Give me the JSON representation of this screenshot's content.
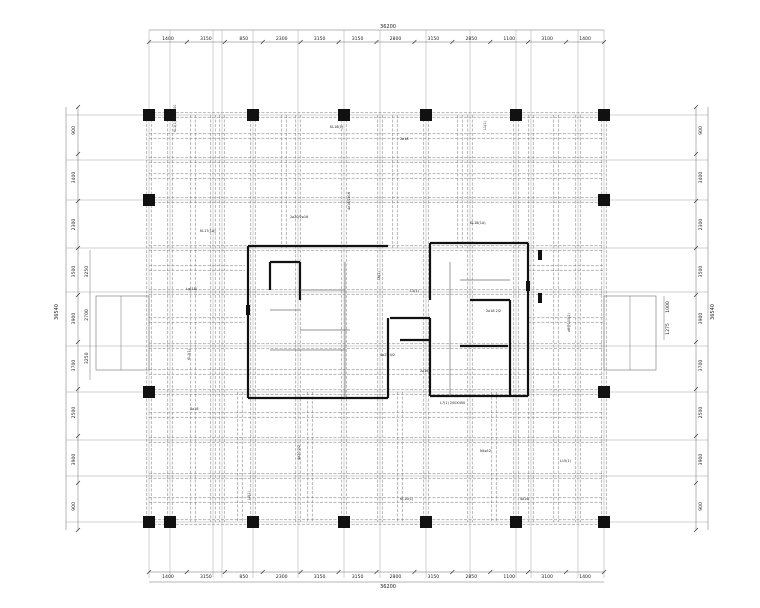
{
  "drawing": {
    "total_width_label": "36200",
    "total_height_label": "36540",
    "top_spans": [
      "1400",
      "3150",
      "850",
      "2300",
      "3150",
      "3150",
      "2800",
      "3150",
      "2850",
      "1100",
      "3100",
      "1400"
    ],
    "bottom_spans": [
      "1400",
      "3150",
      "850",
      "2300",
      "3150",
      "3150",
      "2800",
      "3150",
      "2850",
      "1100",
      "3100",
      "1400"
    ],
    "left_spans": [
      "900",
      "3400",
      "2300",
      "3500",
      "3900",
      "3700",
      "2500",
      "3900",
      "900"
    ],
    "right_spans": [
      "900",
      "3400",
      "2300",
      "3500",
      "3900",
      "3700",
      "2500",
      "3900",
      "900"
    ],
    "left_inner_spans": [
      "3250",
      "2700",
      "3250"
    ],
    "right_inner_spans": [
      "1000",
      "1275"
    ],
    "beam_notes": [
      "KL1(1) 250X400",
      "KL16(1)",
      "2⌀18",
      "L1(1)",
      "KL17(1A)",
      "2⌀20/2⌀16",
      "4⌀18/2⌀16",
      "KL18(1A)",
      "Lg(1A)",
      "L6(1)",
      "L3(1)",
      "2⌀18 2/2",
      "KL1(1)",
      "4⌀25 4/2",
      "2⌀16",
      "⌀8@100(2)",
      "3⌀18",
      "L7(1) 200X400",
      "4⌀20 2/2",
      "N4⌀12",
      "L15(1)",
      "L2(1)",
      "KL10(1)",
      "4⌀16"
    ]
  },
  "colors": {
    "line": "#6f6f6f",
    "grid": "#9a9a9a",
    "wall": "#111111",
    "column": "#111111",
    "text": "#222222"
  }
}
